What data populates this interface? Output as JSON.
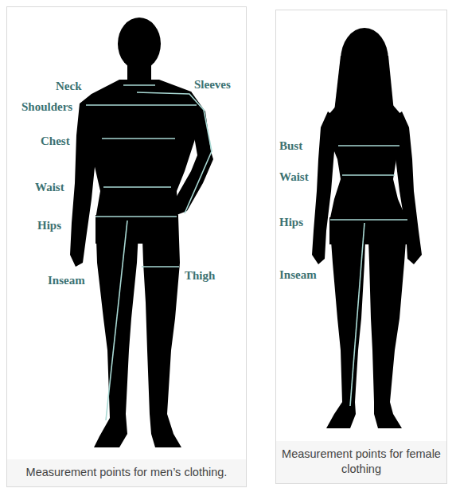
{
  "diagram": {
    "nodes": [
      {
        "text": [
          "Measurement points for men’s clothing."
        ]
      },
      {
        "text": [
          "Measurement points for female clothing"
        ]
      }
    ],
    "labels": [
      "Neck",
      "Shoulders",
      "Sleeves",
      "Chest",
      "Waist",
      "Hips",
      "Inseam",
      "Thigh",
      "Bust",
      "Waist",
      "Hips",
      "Inseam"
    ]
  }
}
